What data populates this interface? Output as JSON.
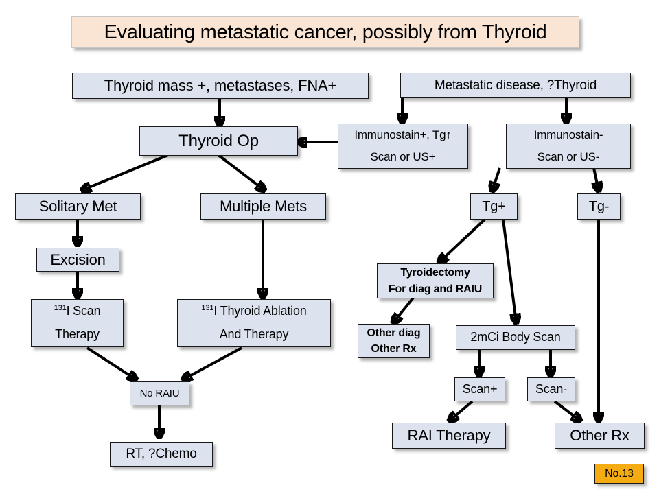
{
  "title": {
    "text": "Evaluating metastatic cancer, possibly from Thyroid"
  },
  "badge": {
    "label": "No.13"
  },
  "colors": {
    "node_fill": "#dce3ef",
    "node_border": "#18181a",
    "title_fill": "#fae5d5",
    "badge_fill": "#f5ac13",
    "edge": "#000000",
    "page_background": "#ffffff"
  },
  "nodes": {
    "thyroid_mass": {
      "line1": "Thyroid mass +, metastases, FNA+"
    },
    "metastatic_disease": {
      "line1": "Metastatic disease, ?Thyroid"
    },
    "thyroid_op": {
      "line1": "Thyroid Op"
    },
    "immunostain_pos": {
      "line1": "Immunostain+, Tg↑",
      "line2": "Scan or US+"
    },
    "immunostain_neg": {
      "line1": "Immunostain-",
      "line2": "Scan or US-"
    },
    "solitary_met": {
      "line1": "Solitary Met"
    },
    "multiple_mets": {
      "line1": "Multiple Mets"
    },
    "tg_pos": {
      "line1": "Tg+"
    },
    "tg_neg": {
      "line1": "Tg-"
    },
    "excision": {
      "line1": "Excision"
    },
    "i131_scan": {
      "sup": "131",
      "line1": "I Scan",
      "line2": "Therapy"
    },
    "i131_ablation": {
      "sup": "131",
      "line1": "I Thyroid Ablation",
      "line2": "And Therapy"
    },
    "tyroidectomy": {
      "line1": "Tyroidectomy",
      "line2": "For diag and RAIU"
    },
    "other_diag": {
      "line1": "Other diag",
      "line2": "Other Rx"
    },
    "body_scan": {
      "line1": "2mCi Body Scan"
    },
    "no_raiu": {
      "line1": "No RAIU"
    },
    "scan_pos": {
      "line1": "Scan+"
    },
    "scan_neg": {
      "line1": "Scan-"
    },
    "rt_chemo": {
      "line1": "RT, ?Chemo"
    },
    "rai_therapy": {
      "line1": "RAI Therapy"
    },
    "other_rx": {
      "line1": "Other Rx"
    }
  }
}
